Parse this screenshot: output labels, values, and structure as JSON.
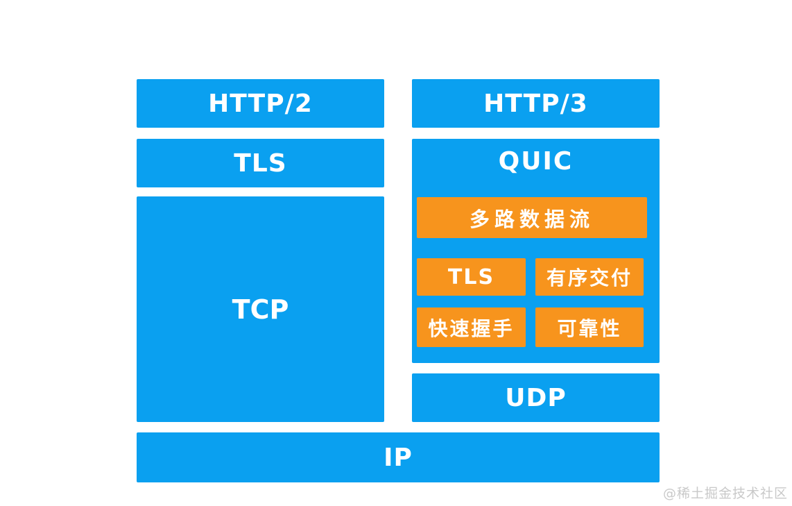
{
  "palette": {
    "layer_blue": "#0aa0f0",
    "feature_orange": "#f7941d",
    "label_text": "#ffffff",
    "watermark_gray": "#c9c9c9",
    "background": "#ffffff"
  },
  "diagram": {
    "left_stack": {
      "layers": [
        {
          "id": "http2",
          "label": "HTTP/2"
        },
        {
          "id": "tls",
          "label": "TLS"
        },
        {
          "id": "tcp",
          "label": "TCP"
        }
      ]
    },
    "right_stack": {
      "http3_label": "HTTP/3",
      "quic": {
        "label": "QUIC",
        "features": [
          {
            "id": "multiplexed-streams",
            "label": "多路数据流"
          },
          {
            "id": "tls",
            "label": "TLS"
          },
          {
            "id": "ordered-delivery",
            "label": "有序交付"
          },
          {
            "id": "fast-handshake",
            "label": "快速握手"
          },
          {
            "id": "reliability",
            "label": "可靠性"
          }
        ]
      },
      "udp_label": "UDP"
    },
    "ip_label": "IP"
  },
  "watermark": "@稀土掘金技术社区"
}
